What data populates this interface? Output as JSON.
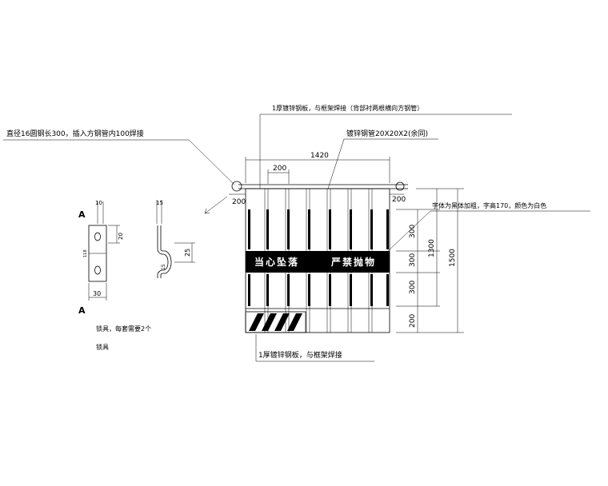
{
  "annotations": {
    "rebar_note": "直径16圆钢长300，插入方钢管内100焊接",
    "top_plate_note": "1厚镀锌钢板，与框架焊接（背部衬两根横向方钢管）",
    "square_tube_note": "镀锌钢管20X20X2(余同)",
    "text_note": "字体为黑体加粗，字高170，颜色为白色",
    "bottom_plate_note": "1厚镀锌钢板，与框架焊接"
  },
  "banner": {
    "left_text": "当心坠落",
    "right_text": "严禁抛物"
  },
  "dimensions": {
    "width_total": "1420",
    "spacing_top": "200",
    "left_offset": "200",
    "right_offset": "200",
    "seg_300_a": "300",
    "seg_300_b": "300",
    "seg_300_c": "300",
    "seg_200_bottom": "200",
    "height_1300": "1300",
    "height_1500": "1500"
  },
  "clamp_detail": {
    "section_mark_top": "A",
    "section_mark_bottom": "A",
    "dim_10": "10",
    "dim_20": "20",
    "dim_side": "118",
    "dim_30": "30",
    "dim_15_top": "15",
    "dim_15_bottom": "15",
    "dim_25": "25",
    "note_line1": "锁具，每套需要2个",
    "note_line2": "锁具"
  }
}
